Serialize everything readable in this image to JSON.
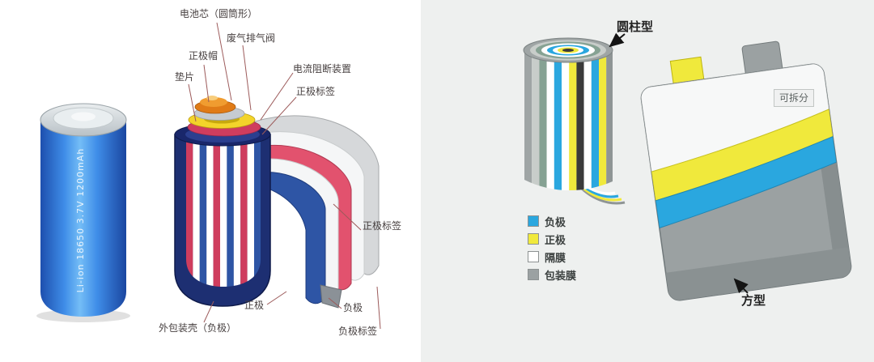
{
  "left_panel": {
    "battery_text": "Li-ion 18650 3.7V 1200mAh",
    "labels": {
      "cell_core": "电池芯（圆筒形）",
      "vent": "废气排气阀",
      "current_interrupt": "电流阻断装置",
      "cathode_tab_top": "正极标签",
      "cathode_cap": "正极帽",
      "gasket": "垫片",
      "cathode_tab_side": "正极标签",
      "cathode": "正极",
      "case": "外包装壳（负极）",
      "anode": "负极",
      "anode_tab": "负极标签"
    }
  },
  "right_panel": {
    "cylindrical_label": "圆柱型",
    "prismatic_label": "方型",
    "detachable_label": "可拆分",
    "legend": [
      {
        "label": "负极",
        "color": "#2aa7df"
      },
      {
        "label": "正极",
        "color": "#f0e93c"
      },
      {
        "label": "隔膜",
        "color": "#ffffff"
      },
      {
        "label": "包装膜",
        "color": "#9ba1a2"
      }
    ]
  }
}
